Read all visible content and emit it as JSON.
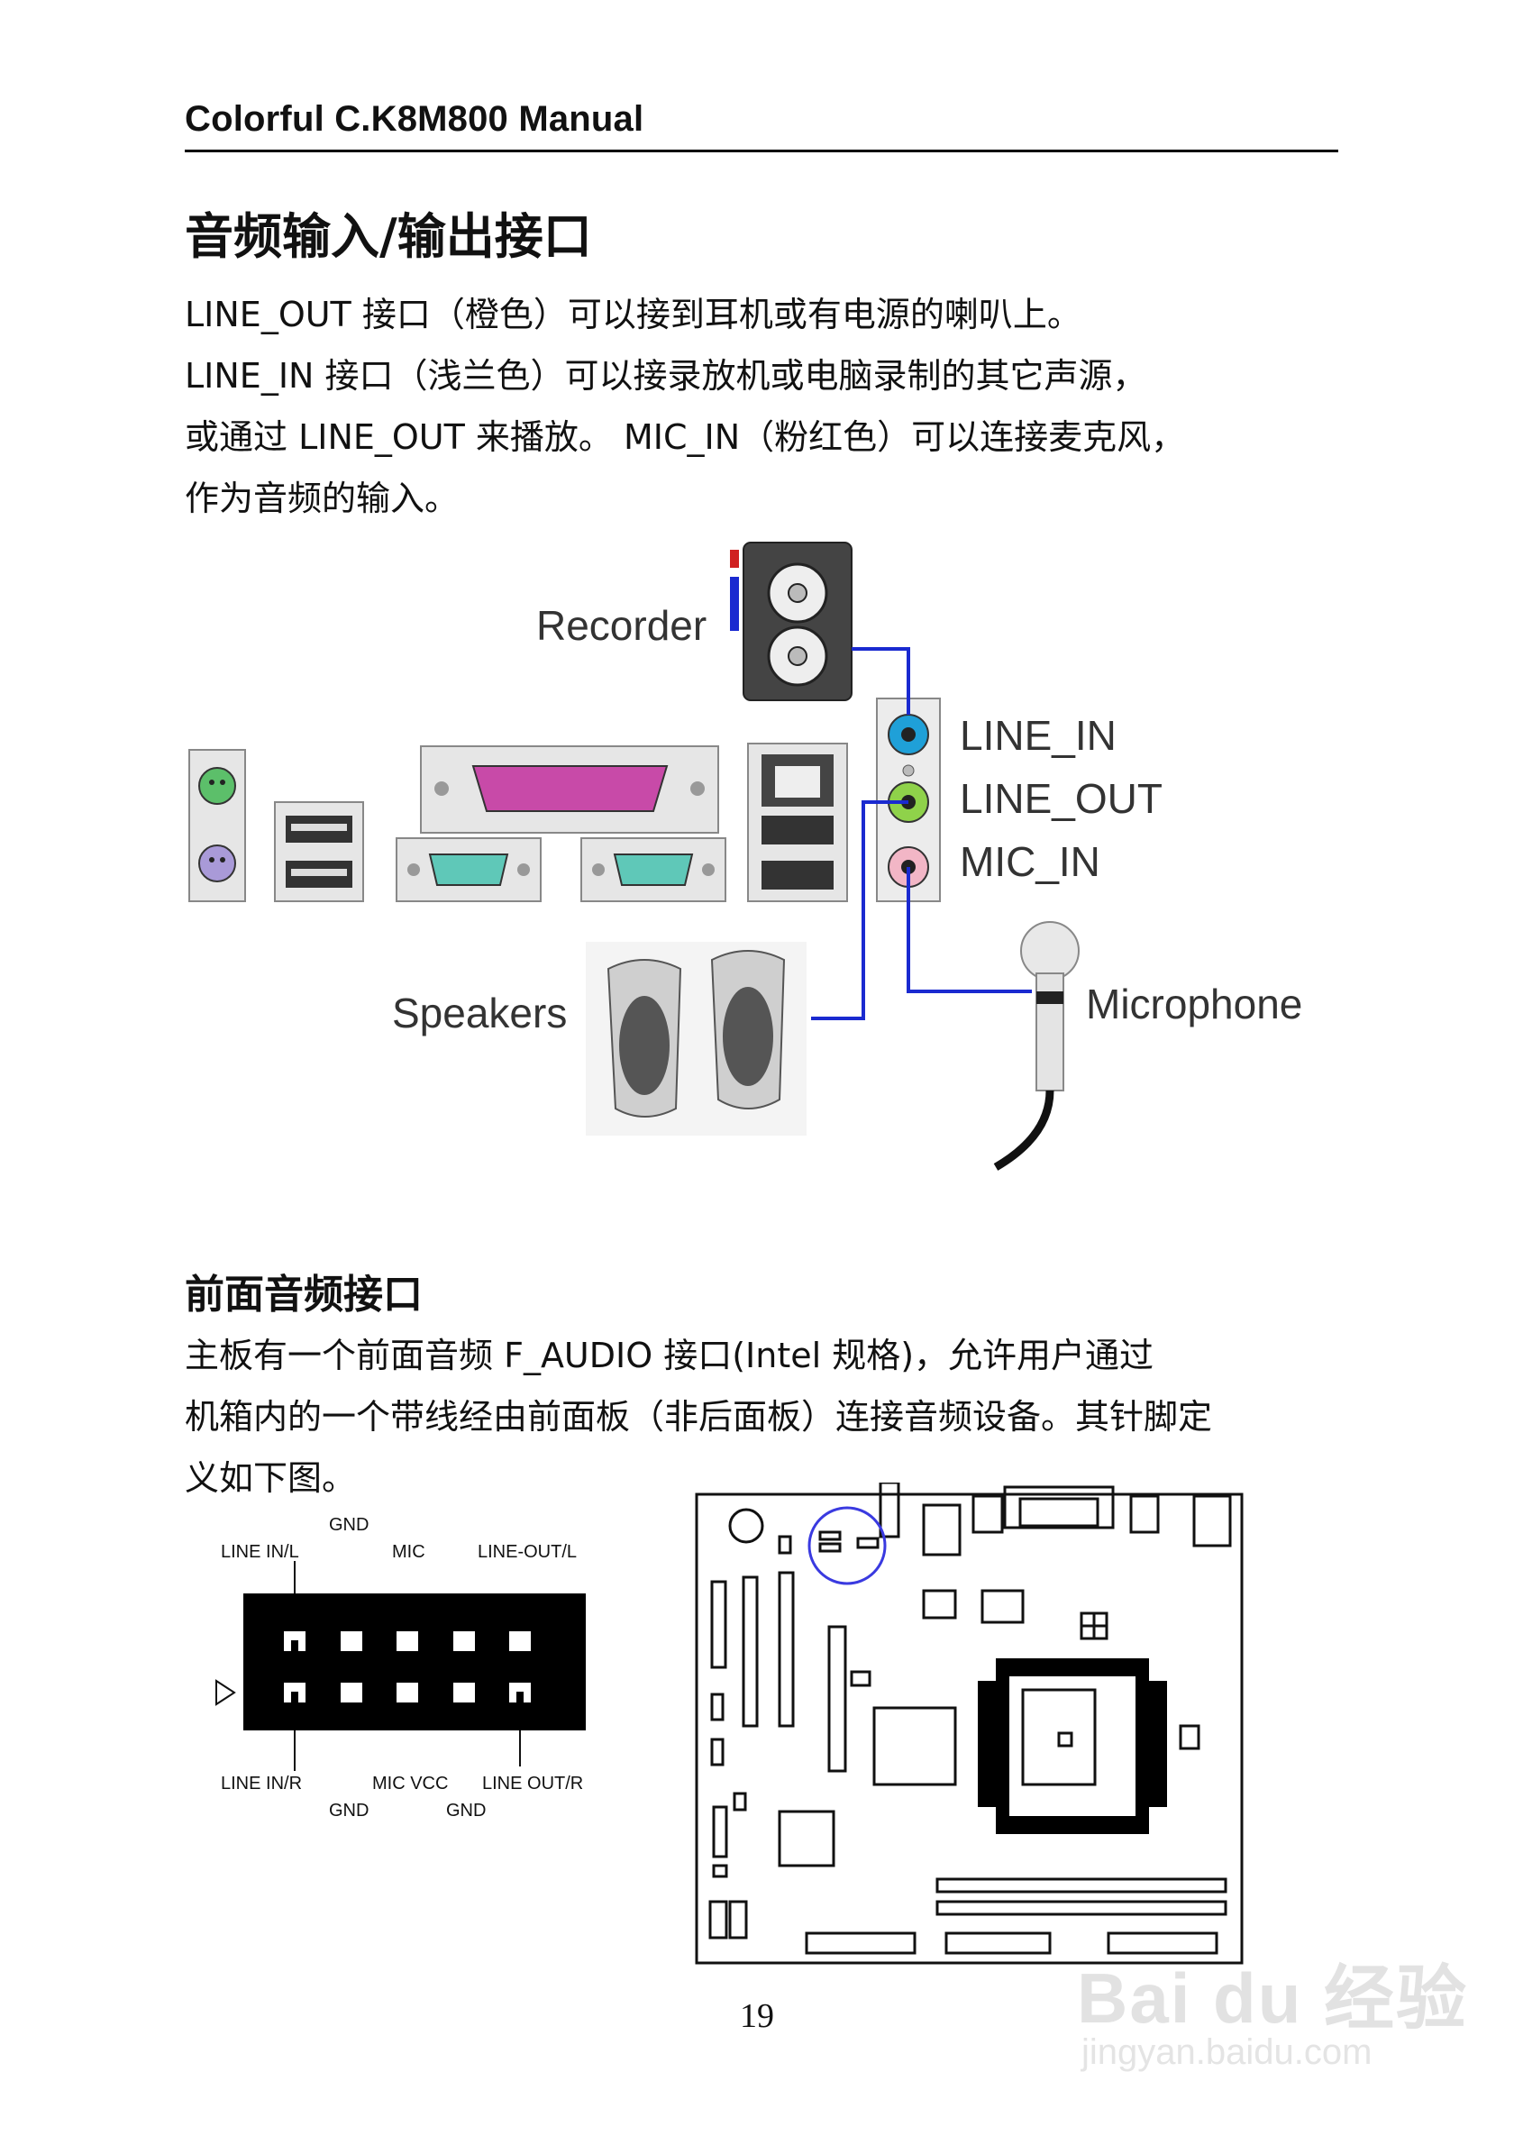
{
  "header": {
    "title": "Colorful C.K8M800    Manual"
  },
  "section1": {
    "heading": "音频输入/输出接口",
    "lines": [
      "LINE_OUT 接口（橙色）可以接到耳机或有电源的喇叭上。",
      "LINE_IN 接口（浅兰色）可以接录放机或电脑录制的其它声源，",
      "或通过 LINE_OUT 来播放。 MIC_IN（粉红色）可以连接麦克风，",
      "作为音频的输入。"
    ]
  },
  "figure1": {
    "recorder_label": "Recorder",
    "line_in_label": "LINE_IN",
    "line_out_label": "LINE_OUT",
    "mic_in_label": "MIC_IN",
    "speakers_label": "Speakers",
    "microphone_label": "Microphone",
    "colors": {
      "line_in": "#1fa0d8",
      "line_out": "#8fd24a",
      "mic_in": "#f2b6c6",
      "cable": "#1a2ad0",
      "com_port": "#5fc8b8",
      "parallel_port": "#c84aa8"
    }
  },
  "section2": {
    "heading": "前面音频接口",
    "lines": [
      "主板有一个前面音频 F_AUDIO 接口(Intel  规格)，允许用户通过",
      "机箱内的一个带线经由前面板（非后面板）连接音频设备。其针脚定",
      "义如下图。"
    ]
  },
  "pin_diagram": {
    "top_gnd": "GND",
    "top_labels": [
      "LINE  IN/L",
      "MIC",
      "LINE-OUT/L"
    ],
    "bottom_labels": [
      "LINE  IN/R",
      "MIC VCC",
      "LINE  OUT/R"
    ],
    "bottom_gnd": [
      "GND",
      "GND"
    ]
  },
  "page_number": "19",
  "watermark": {
    "main": "Bai du 经验",
    "sub": "jingyan.baidu.com"
  }
}
